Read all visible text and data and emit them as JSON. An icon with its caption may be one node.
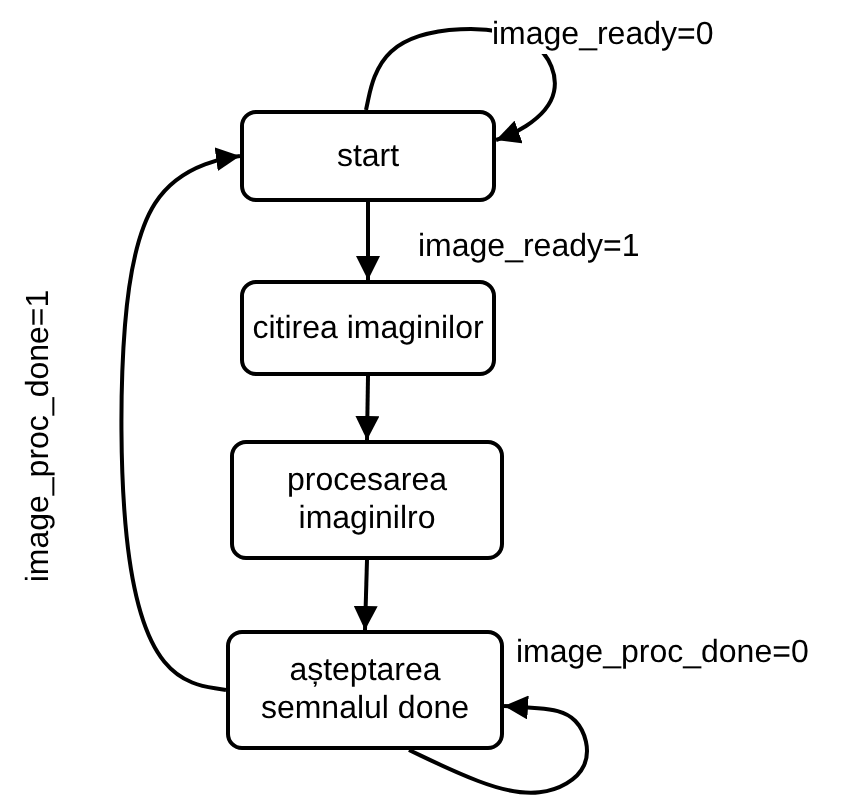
{
  "diagram": {
    "nodes": [
      {
        "text": [
          "start"
        ]
      },
      {
        "text": [
          "citirea imaginilor"
        ]
      },
      {
        "text": [
          "procesarea imaginilro"
        ]
      },
      {
        "text": [
          "așteptarea semnalul done"
        ]
      }
    ],
    "edges": [
      {
        "from": 0,
        "to": 0,
        "arrow": "to",
        "label": "image_ready=0"
      },
      {
        "from": 0,
        "to": 1,
        "arrow": "to",
        "label": "image_ready=1"
      },
      {
        "from": 1,
        "to": 2,
        "arrow": "to"
      },
      {
        "from": 2,
        "to": 3,
        "arrow": "to"
      },
      {
        "from": 3,
        "to": 3,
        "arrow": "to",
        "label": "image_proc_done=0"
      },
      {
        "from": 3,
        "to": 0,
        "arrow": "to",
        "label": "image_proc_done=1"
      }
    ]
  }
}
